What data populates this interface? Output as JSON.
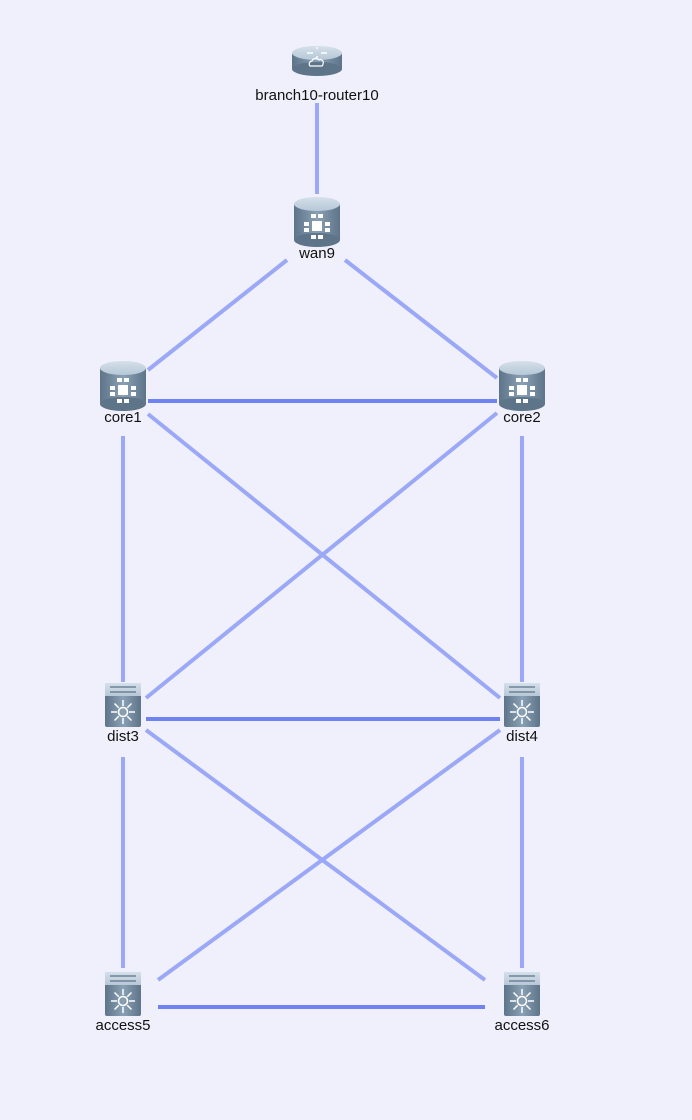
{
  "colors": {
    "background": "#f0f0fc",
    "link": "#9aa8f7",
    "link_strong": "#6e82f2",
    "device_light": "#b7c7d6",
    "device_mid": "#8aa0b4",
    "device_dark": "#5e7489",
    "icon_white": "#ffffff"
  },
  "nodes": [
    {
      "id": "branch10-router10",
      "label": "branch10-router10",
      "icon": "router-icon"
    },
    {
      "id": "wan9",
      "label": "wan9",
      "icon": "multilayer-router-icon"
    },
    {
      "id": "core1",
      "label": "core1",
      "icon": "multilayer-router-icon"
    },
    {
      "id": "core2",
      "label": "core2",
      "icon": "multilayer-router-icon"
    },
    {
      "id": "dist3",
      "label": "dist3",
      "icon": "layer3-switch-icon"
    },
    {
      "id": "dist4",
      "label": "dist4",
      "icon": "layer3-switch-icon"
    },
    {
      "id": "access5",
      "label": "access5",
      "icon": "layer3-switch-icon"
    },
    {
      "id": "access6",
      "label": "access6",
      "icon": "layer3-switch-icon"
    }
  ],
  "links": [
    {
      "source": "branch10-router10",
      "target": "wan9",
      "style": "normal"
    },
    {
      "source": "wan9",
      "target": "core1",
      "style": "normal"
    },
    {
      "source": "wan9",
      "target": "core2",
      "style": "normal"
    },
    {
      "source": "core1",
      "target": "core2",
      "style": "strong"
    },
    {
      "source": "core1",
      "target": "dist3",
      "style": "normal"
    },
    {
      "source": "core1",
      "target": "dist4",
      "style": "normal"
    },
    {
      "source": "core2",
      "target": "dist3",
      "style": "normal"
    },
    {
      "source": "core2",
      "target": "dist4",
      "style": "normal"
    },
    {
      "source": "dist3",
      "target": "dist4",
      "style": "strong"
    },
    {
      "source": "dist3",
      "target": "access5",
      "style": "normal"
    },
    {
      "source": "dist3",
      "target": "access6",
      "style": "normal"
    },
    {
      "source": "dist4",
      "target": "access5",
      "style": "normal"
    },
    {
      "source": "dist4",
      "target": "access6",
      "style": "normal"
    },
    {
      "source": "access5",
      "target": "access6",
      "style": "strong"
    }
  ]
}
